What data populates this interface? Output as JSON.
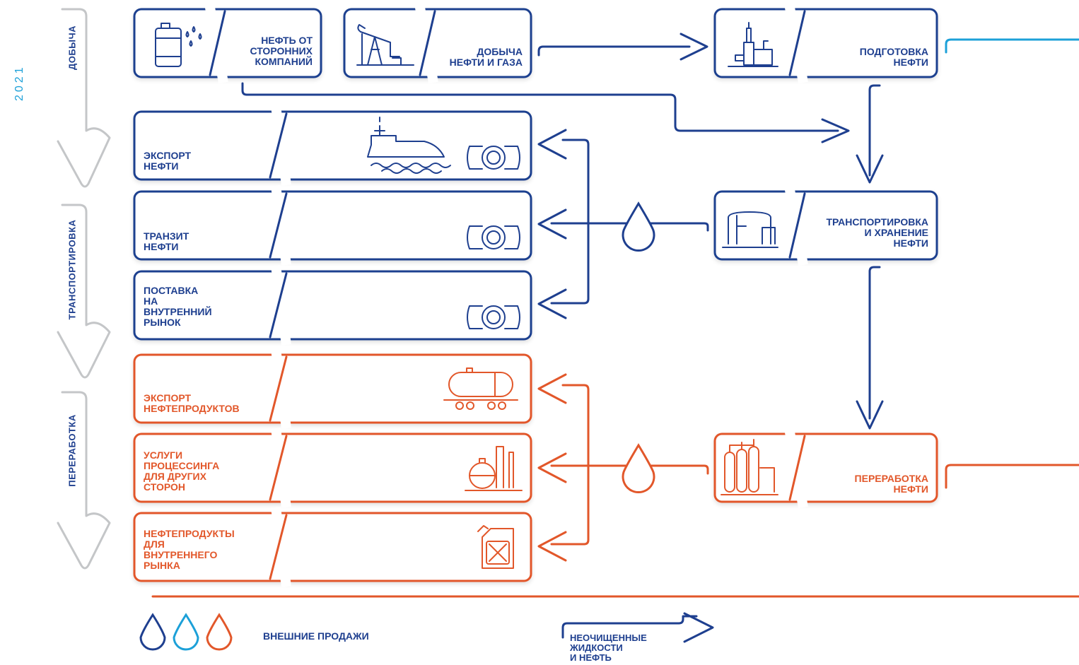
{
  "year": "2021",
  "stages": {
    "extraction": "ДОБЫЧА",
    "transportation": "ТРАНСПОРТИРОВКА",
    "refining": "ПЕРЕРАБОТКА"
  },
  "boxes": {
    "third_party_oil": "НЕФТЬ ОТ\nСТОРОННИХ\nКОМПАНИЙ",
    "oil_gas_production": "ДОБЫЧА\nНЕФТИ И ГАЗА",
    "oil_treatment": "ПОДГОТОВКА\nНЕФТИ",
    "oil_export": "ЭКСПОРТ\nНЕФТИ",
    "oil_transit": "ТРАНЗИТ\nНЕФТИ",
    "domestic_supply": "ПОСТАВКА\nНА\nВНУТРЕННИЙ\nРЫНОК",
    "transport_storage": "ТРАНСПОРТИРОВКА\nИ ХРАНЕНИЕ\nНЕФТИ",
    "product_export": "ЭКСПОРТ\nНЕФТЕПРОДУКТОВ",
    "processing_services": "УСЛУГИ\nПРОЦЕССИНГА\nДЛЯ ДРУГИХ\nСТОРОН",
    "domestic_products": "НЕФТЕПРОДУКТЫ\nДЛЯ\nВНУТРЕННЕГО\nРЫНКА",
    "oil_refining": "ПЕРЕРАБОТКА\nНЕФТИ"
  },
  "legend": {
    "external_sales": "ВНЕШНИЕ ПРОДАЖИ",
    "crude_liquids": "НЕОЧИЩЕННЫЕ\nЖИДКОСТИ\nИ НЕФТЬ"
  },
  "colors": {
    "blue": "#1e3f8f",
    "light_blue": "#1ca0d8",
    "orange": "#e2572a",
    "gray": "#c4c6c8"
  },
  "icons": {
    "third_party_oil": "barrel-icon",
    "oil_gas_production": "pumpjack-icon",
    "oil_treatment": "refinery-tower-icon",
    "oil_export": "tanker-ship-icon",
    "pipeline_valve": "pipeline-valve-icon",
    "transport_storage": "storage-tank-icon",
    "product_export": "rail-tank-car-icon",
    "processing_services": "processing-plant-icon",
    "domestic_products": "jerrycan-icon",
    "oil_refining": "refining-columns-icon",
    "oil_drop": "oil-drop-icon"
  }
}
